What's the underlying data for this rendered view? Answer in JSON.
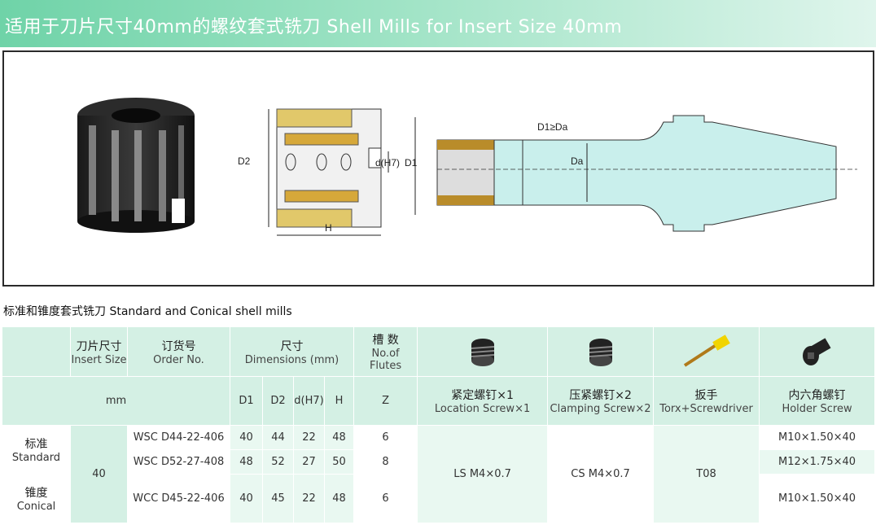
{
  "header": {
    "title": "适用于刀片尺寸40mm的螺纹套式铣刀   Shell Mills for Insert Size 40mm"
  },
  "figure": {
    "labels": {
      "d2": "D2",
      "dh7": "d(H7)",
      "d1": "D1",
      "h": "H",
      "d1_ge_da": "D1≥Da",
      "da": "Da"
    }
  },
  "section": {
    "subtitle": "标准和锥度套式铣刀  Standard and Conical shell mills"
  },
  "table": {
    "headers": {
      "insert_size_cn": "刀片尺寸",
      "insert_size_en": "Insert Size",
      "order_no_cn": "订货号",
      "order_no_en": "Order No.",
      "dimensions_cn": "尺寸",
      "dimensions_en": "Dimensions (mm)",
      "flutes_cn": "槽 数",
      "flutes_en": "No.of Flutes",
      "unit": "mm",
      "d1": "D1",
      "d2": "D2",
      "dh7": "d(H7)",
      "h": "H",
      "z": "Z",
      "location_screw_cn": "紧定螺钉×1",
      "location_screw_en": "Location Screw×1",
      "clamping_screw_cn": "压紧螺钉×2",
      "clamping_screw_en": "Clamping Screw×2",
      "torx_cn": "扳手",
      "torx_en": "Torx+Screwdriver",
      "holder_screw_cn": "内六角螺钉",
      "holder_screw_en": "Holder Screw"
    },
    "icons": {
      "location_screw": "threaded-insert-screw-icon",
      "clamping_screw": "threaded-insert-screw-icon",
      "torx": "torx-wrench-icon",
      "holder_screw": "hex-socket-screw-icon"
    },
    "groups": {
      "standard_cn": "标准",
      "standard_en": "Standard",
      "conical_cn": "锥度",
      "conical_en": "Conical"
    },
    "insert_size": "40",
    "location_screw": "LS M4×0.7",
    "clamping_screw": "CS M4×0.7",
    "torx": "T08",
    "rows": [
      {
        "order": "WSC D44-22-406",
        "d1": "40",
        "d2": "44",
        "dh7": "22",
        "h": "48",
        "z": "6",
        "holder": "M10×1.50×40"
      },
      {
        "order": "WSC D52-27-408",
        "d1": "48",
        "d2": "52",
        "dh7": "27",
        "h": "50",
        "z": "8",
        "holder": "M12×1.75×40"
      },
      {
        "order": "WCC D45-22-406",
        "d1": "40",
        "d2": "45",
        "dh7": "22",
        "h": "48",
        "z": "6",
        "holder": "M10×1.50×40"
      }
    ]
  }
}
